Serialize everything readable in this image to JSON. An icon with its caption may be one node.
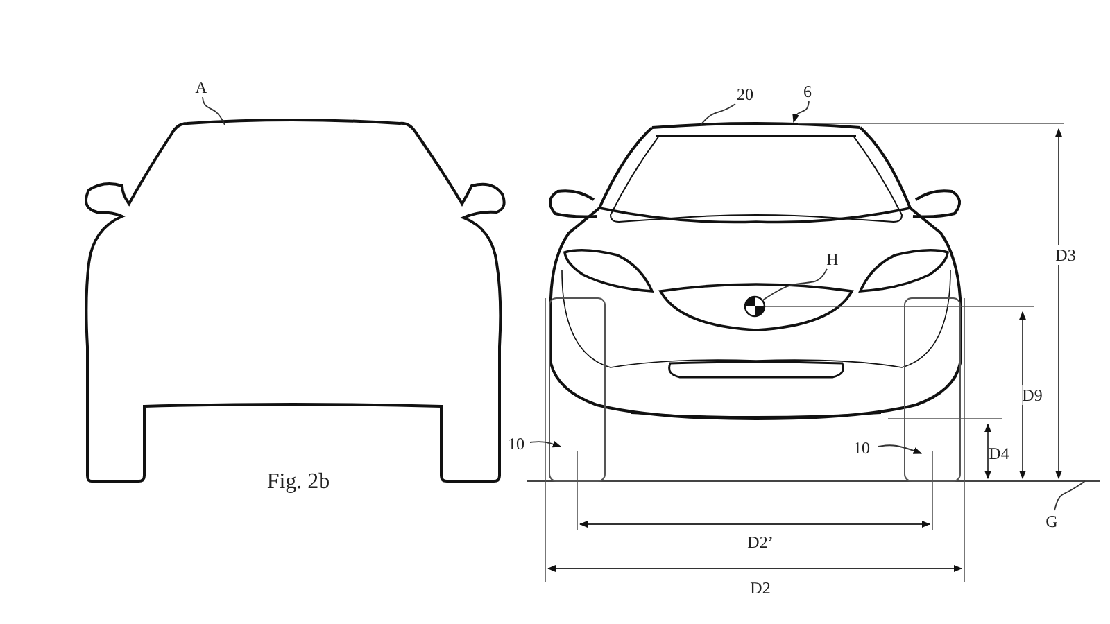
{
  "diagram": {
    "nodes": [
      {
        "text": [
          "A"
        ]
      },
      {
        "text": [],
        "shape": "picture"
      },
      {
        "text": [
          "20"
        ]
      },
      {
        "text": [
          "6"
        ]
      },
      {
        "text": [
          "H"
        ]
      },
      {
        "text": [],
        "shape": "circle"
      },
      {
        "text": [
          "10"
        ]
      },
      {
        "text": [],
        "shape": "box"
      },
      {
        "text": [
          "10"
        ]
      },
      {
        "text": [],
        "shape": "box"
      },
      {
        "text": [
          "G"
        ]
      }
    ],
    "edges": [
      {
        "from": 0,
        "to": 1,
        "arrow": "none"
      },
      {
        "from": 2,
        "to": null,
        "arrow": "none"
      },
      {
        "from": 3,
        "to": null,
        "arrow": "to"
      },
      {
        "from": 4,
        "to": 5,
        "arrow": "none"
      },
      {
        "from": 6,
        "to": 7,
        "arrow": "to"
      },
      {
        "from": 8,
        "to": 9,
        "arrow": "to"
      },
      {
        "from": 10,
        "to": null,
        "arrow": "none"
      }
    ],
    "labels": [
      "Fig. 2b",
      "D3",
      "D9",
      "D4",
      "D2’",
      "D2"
    ]
  }
}
